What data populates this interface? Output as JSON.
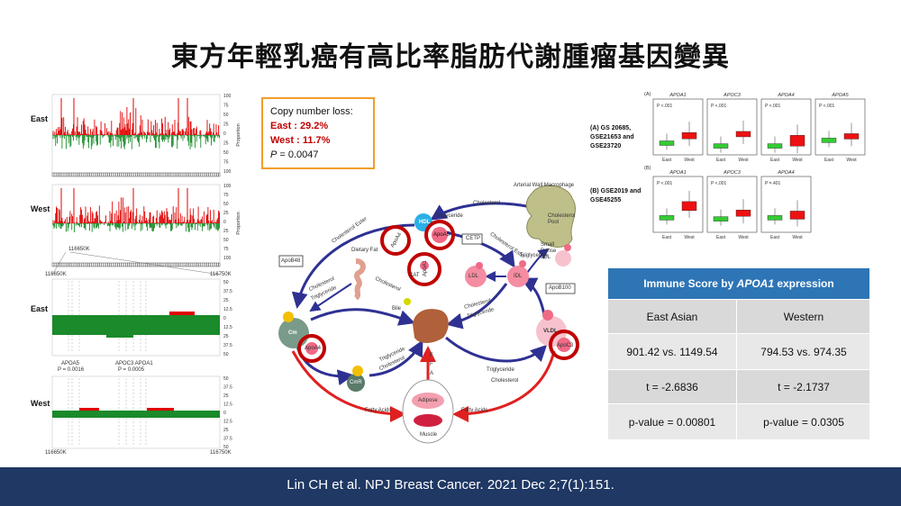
{
  "slide_title": "東方年輕乳癌有高比率脂肪代謝腫瘤基因變異",
  "footer_citation": "Lin CH et al. NPJ Breast Cancer. 2021 Dec 2;7(1):151.",
  "copy_number_box": {
    "heading": "Copy number loss:",
    "east": "East : 29.2%",
    "west": "West : 11.7%",
    "p_label": "P",
    "p_value": " = 0.0047"
  },
  "cnv_panel": {
    "top_east_label": "East",
    "top_west_label": "West",
    "zoom_east_label": "East",
    "zoom_west_label": "West",
    "proportion_axis_label": "Proportion",
    "top_ticks": [
      "100",
      "75",
      "50",
      "25",
      "0",
      "25",
      "50",
      "75",
      "100"
    ],
    "zoom_ticks": [
      "50",
      "37.5",
      "25",
      "12.5",
      "0",
      "12.5",
      "25",
      "37.5",
      "50"
    ],
    "coord_label_1": "116650K",
    "coord_label_2": "116650K",
    "coord_label_3": "116750K",
    "coord_label_4": "116650K",
    "coord_label_5": "116750K",
    "gene_apoa5": "APOA5",
    "gene_apoa5_p": "P = 0.0016",
    "gene_apoc3": "APOC3 APOA1",
    "gene_apoc3_p": "P = 0.0005"
  },
  "pathway": {
    "arterial_macrophage": "Arterial Wall Macrophage",
    "cholesterol_pool": "Cholesterol Pool",
    "cholesterol_top": "Cholesterol",
    "hdl": "HDL",
    "apoa5": "ApoA5",
    "triglyceride_hdl": "Triglyceride",
    "cholesterol_ester": "Cholesterol Ester",
    "cetp": "CETP",
    "cholesterol_ester_right": "Cholesterol Ester",
    "small_dense_ldl": "Small Dense LDL",
    "triglyceride_ldl": "Triglyceride",
    "ldl": "LDL",
    "idl": "IDL",
    "apob100": "ApoB100",
    "vldl": "VLDL",
    "apoc3": "ApoC3",
    "apob48": "ApoB48",
    "dietary_fat": "Dietary Fat",
    "bile": "Bile",
    "cholesterol_mid": "Cholesterol",
    "cholesterol_left": "Cholesterol",
    "triglyceride_left": "Triglyceride",
    "apoa4": "ApoA4",
    "apoa1": "ApoA1",
    "cat": "CAT",
    "cm": "Cm",
    "apoa4b": "ApoA4",
    "cmr": "CmR",
    "triglyceride_cmr": "Triglyceride",
    "cholesterol_cmr": "Cholesterol",
    "cholesterol_idl": "Cholesterol",
    "triglyceride_idl": "Triglyceride",
    "triglyceride_vldl": "Triglyceride",
    "cholesterol_vldl": "Cholesterol",
    "ffa": "F F A",
    "fatty_acids_left": "Fatty Acids",
    "fatty_acids_right": "Fatty Acids",
    "adipose": "Adipose",
    "muscle": "Muscle"
  },
  "expression_panel": {
    "panel_a_tag": "(A)",
    "panel_b_tag": "(B)",
    "panel_a_label": "(A) GS 20685, GSE21653 and GSE23720",
    "panel_b_label": "(B) GSE2019 and GSE45255",
    "plots_a": [
      {
        "gene": "APOA1",
        "p": "P <.001"
      },
      {
        "gene": "APOC3",
        "p": "P <.001"
      },
      {
        "gene": "APOA4",
        "p": "P <.001"
      },
      {
        "gene": "APOA5",
        "p": "P <.001"
      }
    ],
    "plots_b": [
      {
        "gene": "APOA1",
        "p": "P <.001"
      },
      {
        "gene": "APOC3",
        "p": "P <.001"
      },
      {
        "gene": "APOA4",
        "p": "P =.401"
      }
    ],
    "x_east": "East",
    "x_west": "West"
  },
  "immune_table": {
    "title_prefix": "Immune Score by ",
    "title_gene": "APOA1",
    "title_suffix": " expression",
    "col1_header": "East Asian",
    "col2_header": "Western",
    "rows": [
      [
        "901.42 vs. 1149.54",
        "794.53  vs. 974.35"
      ],
      [
        "t = -2.6836",
        "t = -2.1737"
      ],
      [
        "p-value = 0.00801",
        "p-value = 0.0305"
      ]
    ],
    "header_color": "#2e75b6",
    "row_color": "#e8e8e8",
    "header_row_color": "#d9d9d9"
  },
  "colors": {
    "footer": "#1f3864",
    "gain": "#e00000",
    "loss": "#1a8a2a",
    "highlight_ring": "#c00000",
    "arrow_blue": "#2e3192",
    "arrow_red": "#e02020",
    "box_orange": "#f39c2a"
  }
}
